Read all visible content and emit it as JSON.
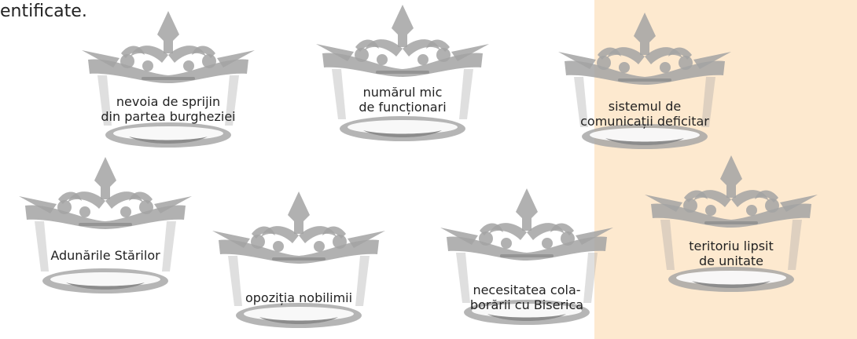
{
  "header": {
    "partial_text": "entificate."
  },
  "crowns": [
    {
      "label": "nevoia de sprijin\ndin partea burgheziei"
    },
    {
      "label": "numărul mic\nde funcționari"
    },
    {
      "label": "sistemul de\ncomunicații deficitar"
    },
    {
      "label": "Adunările Stărilor"
    },
    {
      "label": "opoziția nobilimii"
    },
    {
      "label": "necesitatea cola-\nborării cu Biserica"
    },
    {
      "label": "teritoriu lipsit\nde unitate"
    }
  ],
  "colors": {
    "crown_fill": "#a3a3a3",
    "crown_band": "#ffffff",
    "side_panel": "#fde9cf"
  }
}
